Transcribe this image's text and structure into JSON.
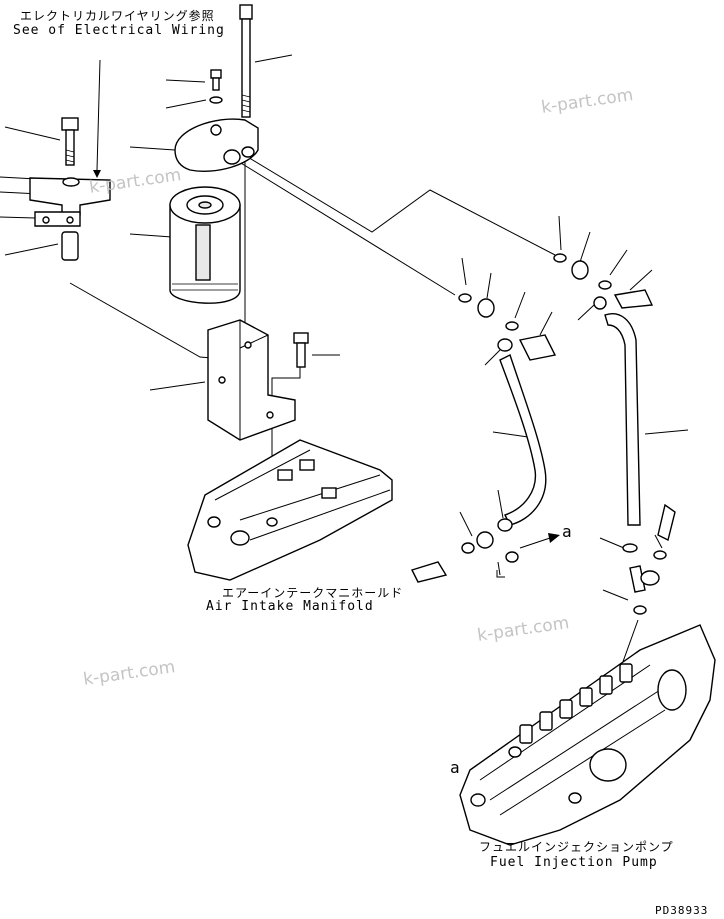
{
  "labels": {
    "wiring_jp": "エレクトリカルワイヤリング参照",
    "wiring_en": "See of Electrical Wiring",
    "manifold_jp": "エアーインテークマニホールド",
    "manifold_en": "Air Intake Manifold",
    "pump_jp": "フュエルインジェクションポンプ",
    "pump_en": "Fuel Injection Pump",
    "ref_a_right": "a",
    "ref_a_left": "a",
    "drawing_code": "PD38933"
  },
  "watermarks": {
    "w1": "k-part.com",
    "w2": "k-part.com",
    "w3": "k-part.com",
    "w4": "k-part.com"
  }
}
